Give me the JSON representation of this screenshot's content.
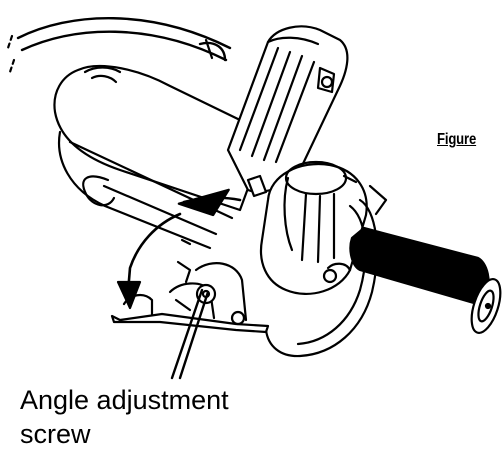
{
  "figure": {
    "label": "Figure"
  },
  "callout": {
    "line1": "Angle adjustment",
    "line2": "screw"
  },
  "colors": {
    "ink": "#000000",
    "paper": "#ffffff"
  }
}
